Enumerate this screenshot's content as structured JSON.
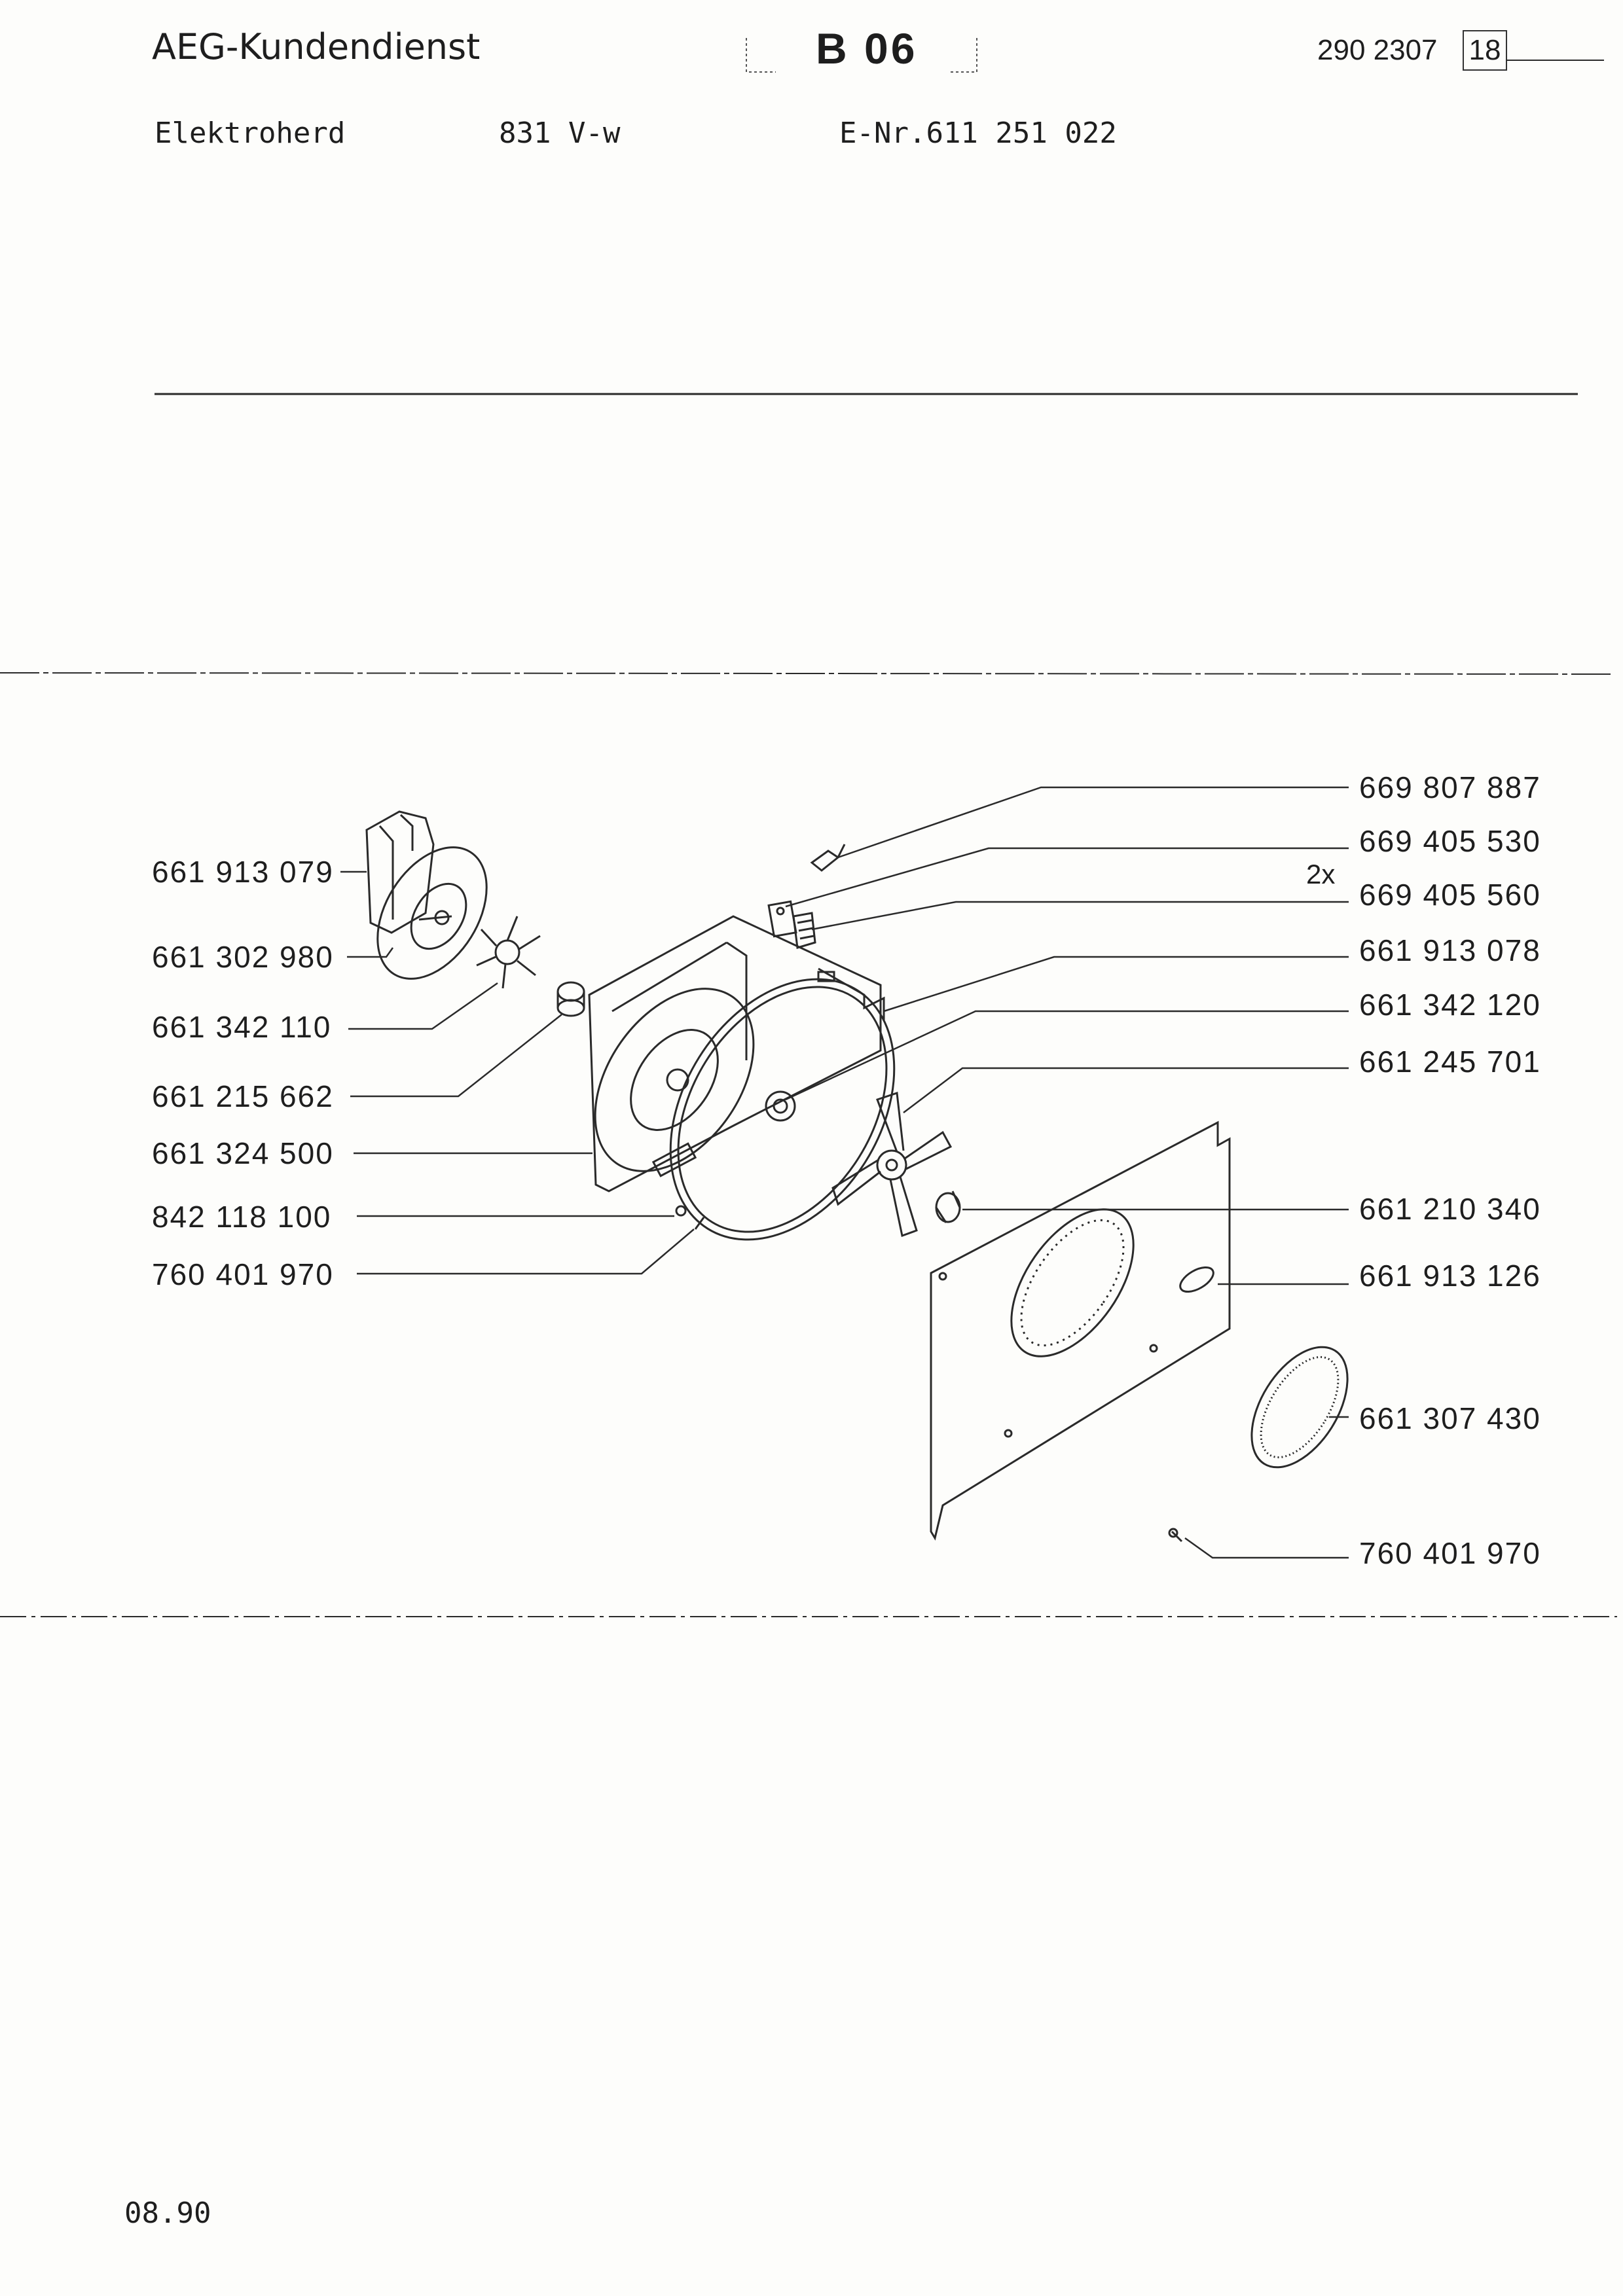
{
  "header": {
    "brand": "AEG-Kundendienst",
    "sheet_code": "B 06",
    "doc_number": "290 2307",
    "doc_page": "18"
  },
  "subheader": {
    "appliance": "Elektroherd",
    "model": "831 V-w",
    "e_nr": "E-Nr.611 251 022"
  },
  "footer": {
    "date": "08.90"
  },
  "parts_left": [
    {
      "number": "661 913 079"
    },
    {
      "number": "661 302 980"
    },
    {
      "number": "661 342 110"
    },
    {
      "number": "661 215 662"
    },
    {
      "number": "661 324 500"
    },
    {
      "number": "842 118 100"
    },
    {
      "number": "760 401 970"
    }
  ],
  "parts_right": [
    {
      "number": "669 807 887"
    },
    {
      "number": "669 405 530"
    },
    {
      "number": "669 405 560",
      "qty": "2x"
    },
    {
      "number": "661 913 078"
    },
    {
      "number": "661 342 120"
    },
    {
      "number": "661 245 701"
    },
    {
      "number": "661 210 340"
    },
    {
      "number": "661 913 126"
    },
    {
      "number": "661 307 430"
    },
    {
      "number": "760 401 970"
    }
  ]
}
